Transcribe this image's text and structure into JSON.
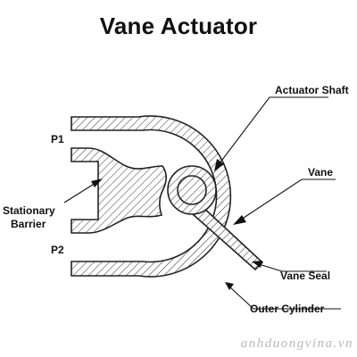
{
  "title": "Vane Actuator",
  "labels": {
    "actuator_shaft": "Actuator Shaft",
    "vane": "Vane",
    "p1": "P1",
    "stationary_barrier_line1": "Stationary",
    "stationary_barrier_line2": "Barrier",
    "p2": "P2",
    "vane_seal": "Vane Seal",
    "outer_cylinder": "Outer Cylinder"
  },
  "watermark": "anhduongvina.vn",
  "colors": {
    "line": "#222222",
    "text": "#111111",
    "watermark": "#b8b8b8",
    "background": "#ffffff"
  }
}
